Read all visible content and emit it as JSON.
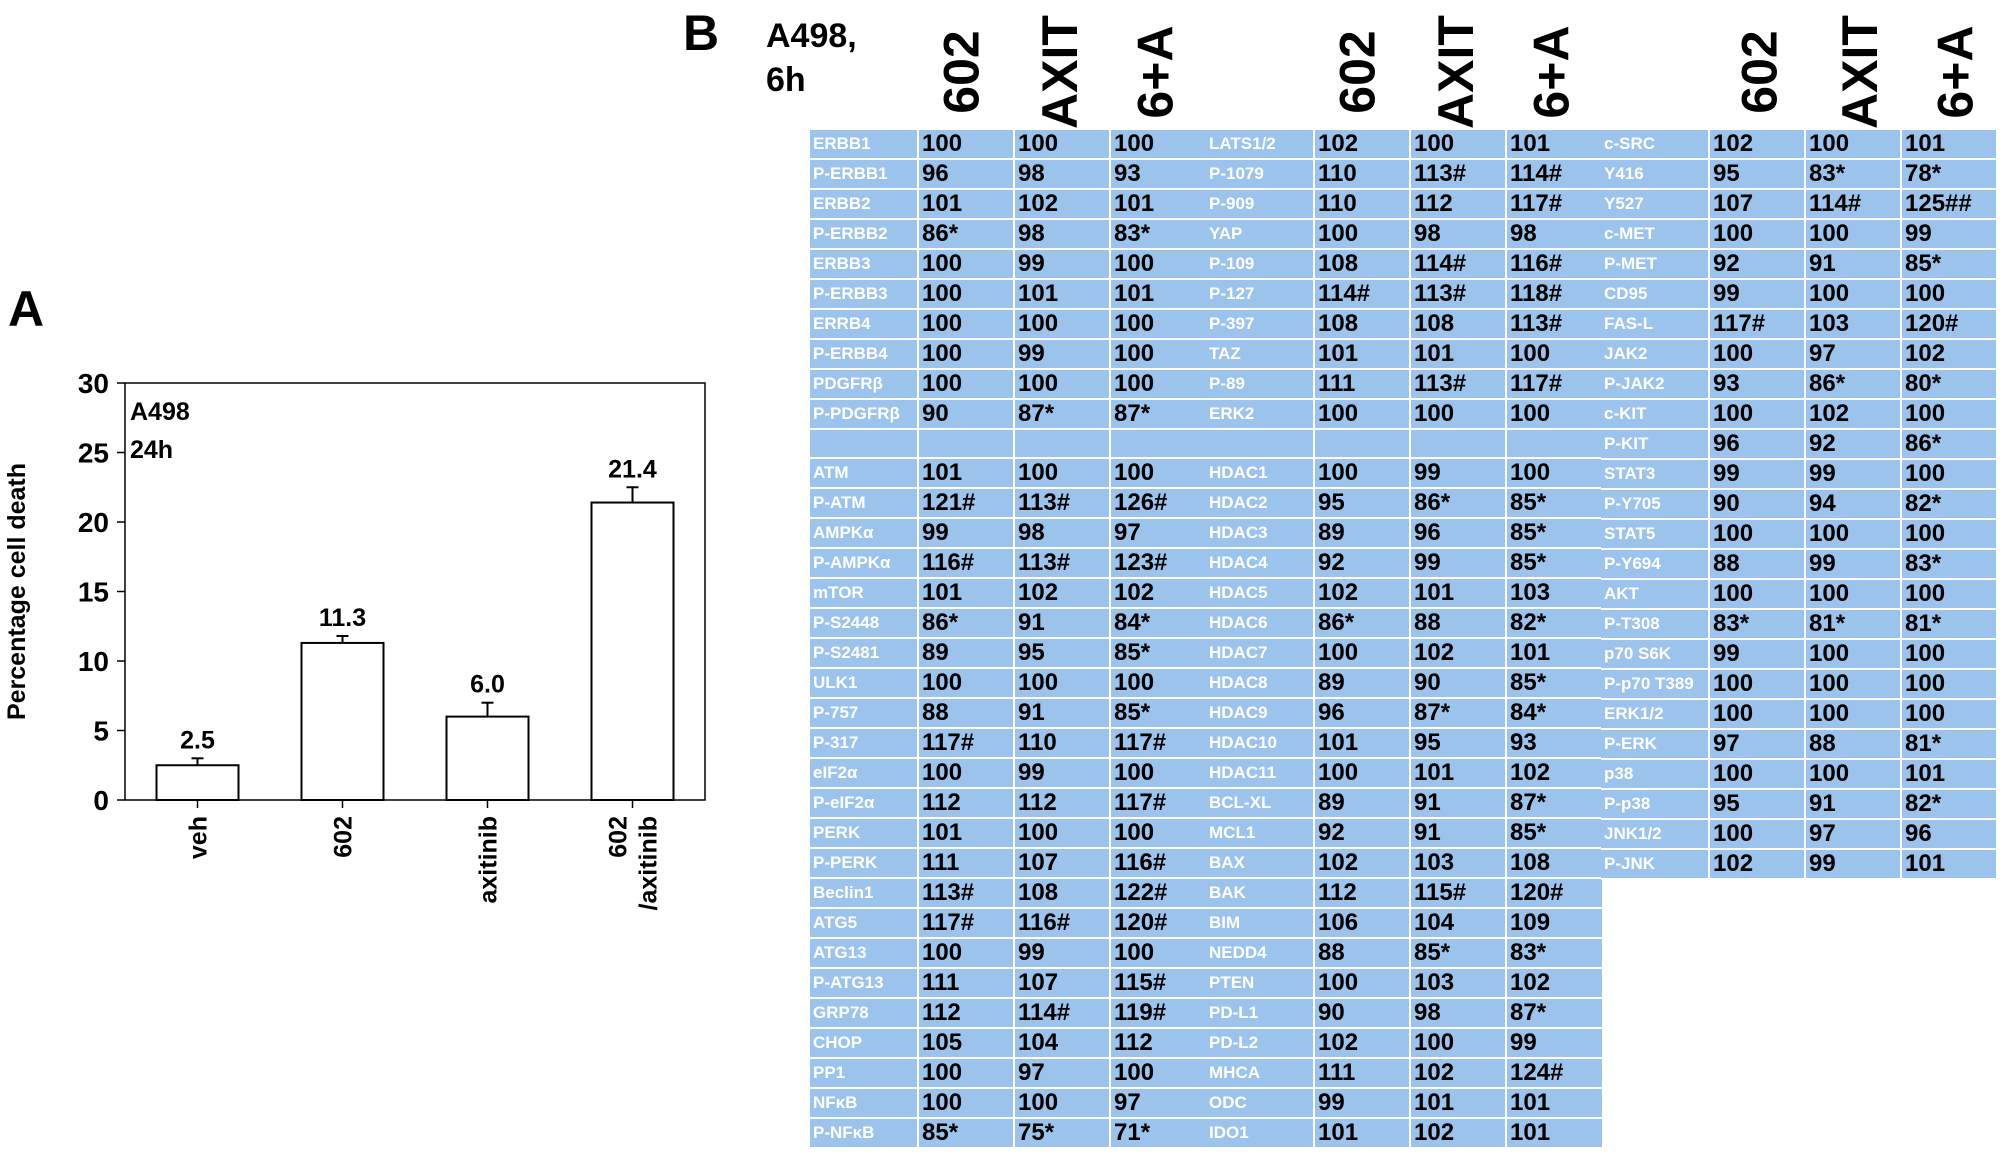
{
  "panel_a": {
    "letter": "A",
    "chart_data": {
      "type": "bar",
      "annotation": [
        "A498",
        "24h"
      ],
      "ylabel": "Percentage cell death",
      "ylim": [
        0,
        30
      ],
      "yticks": [
        0,
        5,
        10,
        15,
        20,
        25,
        30
      ],
      "categories": [
        "veh",
        "602",
        "axitinib",
        "602\n/axitinib"
      ],
      "values": [
        2.5,
        11.3,
        6.0,
        21.4
      ],
      "value_labels": [
        "2.5",
        "11.3",
        "6.0",
        "21.4"
      ],
      "errors": [
        0.5,
        0.5,
        1.0,
        1.1
      ],
      "bar_color": "#ffffff",
      "grid": false
    }
  },
  "panel_b": {
    "letter": "B",
    "title": [
      "A498,",
      "6h"
    ],
    "column_headers": [
      "602",
      "AXIT",
      "6+A"
    ],
    "colors": {
      "cell_bg": "#9cc3ec",
      "label_text": "#ffffff"
    },
    "blocks": [
      {
        "rows": [
          [
            "ERBB1",
            "100",
            "100",
            "100"
          ],
          [
            "P-ERBB1",
            "96",
            "98",
            "93"
          ],
          [
            "ERBB2",
            "101",
            "102",
            "101"
          ],
          [
            "P-ERBB2",
            "86*",
            "98",
            "83*"
          ],
          [
            "ERBB3",
            "100",
            "99",
            "100"
          ],
          [
            "P-ERBB3",
            "100",
            "101",
            "101"
          ],
          [
            "ERRB4",
            "100",
            "100",
            "100"
          ],
          [
            "P-ERBB4",
            "100",
            "99",
            "100"
          ],
          [
            "PDGFRβ",
            "100",
            "100",
            "100"
          ],
          [
            "P-PDGFRβ",
            "90",
            "87*",
            "87*"
          ],
          [
            "",
            "",
            "",
            ""
          ],
          [
            "ATM",
            "101",
            "100",
            "100"
          ],
          [
            "P-ATM",
            "121#",
            "113#",
            "126#"
          ],
          [
            "AMPKα",
            "99",
            "98",
            "97"
          ],
          [
            "P-AMPKα",
            "116#",
            "113#",
            "123#"
          ],
          [
            "mTOR",
            "101",
            "102",
            "102"
          ],
          [
            "P-S2448",
            "86*",
            "91",
            "84*"
          ],
          [
            "P-S2481",
            "89",
            "95",
            "85*"
          ],
          [
            "ULK1",
            "100",
            "100",
            "100"
          ],
          [
            "P-757",
            "88",
            "91",
            "85*"
          ],
          [
            "P-317",
            "117#",
            "110",
            "117#"
          ],
          [
            "eIF2α",
            "100",
            "99",
            "100"
          ],
          [
            "P-eIF2α",
            "112",
            "112",
            "117#"
          ],
          [
            "PERK",
            "101",
            "100",
            "100"
          ],
          [
            "P-PERK",
            "111",
            "107",
            "116#"
          ],
          [
            "Beclin1",
            "113#",
            "108",
            "122#"
          ],
          [
            "ATG5",
            "117#",
            "116#",
            "120#"
          ],
          [
            "ATG13",
            "100",
            "99",
            "100"
          ],
          [
            "P-ATG13",
            "111",
            "107",
            "115#"
          ],
          [
            "GRP78",
            "112",
            "114#",
            "119#"
          ],
          [
            "CHOP",
            "105",
            "104",
            "112"
          ],
          [
            "PP1",
            "100",
            "97",
            "100"
          ],
          [
            "NFκB",
            "100",
            "100",
            "97"
          ],
          [
            "P-NFκB",
            "85*",
            "75*",
            "71*"
          ]
        ]
      },
      {
        "rows": [
          [
            "LATS1/2",
            "102",
            "100",
            "101"
          ],
          [
            "P-1079",
            "110",
            "113#",
            "114#"
          ],
          [
            "P-909",
            "110",
            "112",
            "117#"
          ],
          [
            "YAP",
            "100",
            "98",
            "98"
          ],
          [
            "P-109",
            "108",
            "114#",
            "116#"
          ],
          [
            "P-127",
            "114#",
            "113#",
            "118#"
          ],
          [
            "P-397",
            "108",
            "108",
            "113#"
          ],
          [
            "TAZ",
            "101",
            "101",
            "100"
          ],
          [
            "P-89",
            "111",
            "113#",
            "117#"
          ],
          [
            "ERK2",
            "100",
            "100",
            "100"
          ],
          [
            "",
            "",
            "",
            ""
          ],
          [
            "HDAC1",
            "100",
            "99",
            "100"
          ],
          [
            "HDAC2",
            "95",
            "86*",
            "85*"
          ],
          [
            "HDAC3",
            "89",
            "96",
            "85*"
          ],
          [
            "HDAC4",
            "92",
            "99",
            "85*"
          ],
          [
            "HDAC5",
            "102",
            "101",
            "103"
          ],
          [
            "HDAC6",
            "86*",
            "88",
            "82*"
          ],
          [
            "HDAC7",
            "100",
            "102",
            "101"
          ],
          [
            "HDAC8",
            "89",
            "90",
            "85*"
          ],
          [
            "HDAC9",
            "96",
            "87*",
            "84*"
          ],
          [
            "HDAC10",
            "101",
            "95",
            "93"
          ],
          [
            "HDAC11",
            "100",
            "101",
            "102"
          ],
          [
            "BCL-XL",
            "89",
            "91",
            "87*"
          ],
          [
            "MCL1",
            "92",
            "91",
            "85*"
          ],
          [
            "BAX",
            "102",
            "103",
            "108"
          ],
          [
            "BAK",
            "112",
            "115#",
            "120#"
          ],
          [
            "BIM",
            "106",
            "104",
            "109"
          ],
          [
            "NEDD4",
            "88",
            "85*",
            "83*"
          ],
          [
            "PTEN",
            "100",
            "103",
            "102"
          ],
          [
            "PD-L1",
            "90",
            "98",
            "87*"
          ],
          [
            "PD-L2",
            "102",
            "100",
            "99"
          ],
          [
            "MHCA",
            "111",
            "102",
            "124#"
          ],
          [
            "ODC",
            "99",
            "101",
            "101"
          ],
          [
            "IDO1",
            "101",
            "102",
            "101"
          ]
        ]
      },
      {
        "rows": [
          [
            "c-SRC",
            "102",
            "100",
            "101"
          ],
          [
            "Y416",
            "95",
            "83*",
            "78*"
          ],
          [
            "Y527",
            "107",
            "114#",
            "125##"
          ],
          [
            "c-MET",
            "100",
            "100",
            "99"
          ],
          [
            "P-MET",
            "92",
            "91",
            "85*"
          ],
          [
            "CD95",
            "99",
            "100",
            "100"
          ],
          [
            "FAS-L",
            "117#",
            "103",
            "120#"
          ],
          [
            "JAK2",
            "100",
            "97",
            "102"
          ],
          [
            "P-JAK2",
            "93",
            "86*",
            "80*"
          ],
          [
            "c-KIT",
            "100",
            "102",
            "100"
          ],
          [
            "P-KIT",
            "96",
            "92",
            "86*"
          ],
          [
            "STAT3",
            "99",
            "99",
            "100"
          ],
          [
            "P-Y705",
            "90",
            "94",
            "82*"
          ],
          [
            "STAT5",
            "100",
            "100",
            "100"
          ],
          [
            "P-Y694",
            "88",
            "99",
            "83*"
          ],
          [
            "AKT",
            "100",
            "100",
            "100"
          ],
          [
            "P-T308",
            "83*",
            "81*",
            "81*"
          ],
          [
            "p70 S6K",
            "99",
            "100",
            "100"
          ],
          [
            "P-p70 T389",
            "100",
            "100",
            "100"
          ],
          [
            "ERK1/2",
            "100",
            "100",
            "100"
          ],
          [
            "P-ERK",
            "97",
            "88",
            "81*"
          ],
          [
            "p38",
            "100",
            "100",
            "101"
          ],
          [
            "P-p38",
            "95",
            "91",
            "82*"
          ],
          [
            "JNK1/2",
            "100",
            "97",
            "96"
          ],
          [
            "P-JNK",
            "102",
            "99",
            "101"
          ]
        ]
      }
    ]
  }
}
